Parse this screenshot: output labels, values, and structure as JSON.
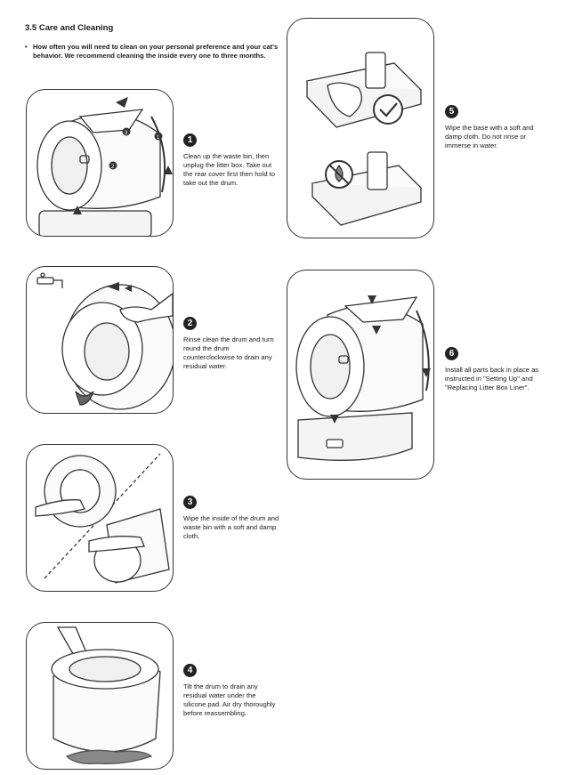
{
  "section_title": "3.5 Care and Cleaning",
  "intro": {
    "bullet": "•",
    "text": "How often you will need to clean on your personal preference and your cat's behavior. We recommend cleaning the inside every one to three months."
  },
  "steps": [
    {
      "number": "1",
      "text": "Clean up the waste bin, then unplug the litter box. Take out the rear cover first then hold to take out the drum."
    },
    {
      "number": "2",
      "text": "Rinse clean the drum and turn round the drum counterclockwise to drain any residual water."
    },
    {
      "number": "3",
      "text": "Wipe the inside of the drum and waste bin with a soft and damp cloth."
    },
    {
      "number": "4",
      "text": "Tilt the drum to drain any residual water under the silicone pad. Air dry thoroughly before reassembling."
    },
    {
      "number": "5",
      "text": "Wipe the base with a soft and damp cloth. Do not rinse or immerse in water."
    },
    {
      "number": "6",
      "text": "Install all parts back in place as instructed in \"Setting Up\" and \"Replacing Litter Box Liner\"."
    }
  ],
  "illustration_labels": {
    "one": "1",
    "two": "2",
    "three": "3"
  },
  "icons": [
    "arrow-icon",
    "check-icon",
    "no-water-icon",
    "faucet-icon",
    "hand-icon",
    "water-drop-icon"
  ]
}
